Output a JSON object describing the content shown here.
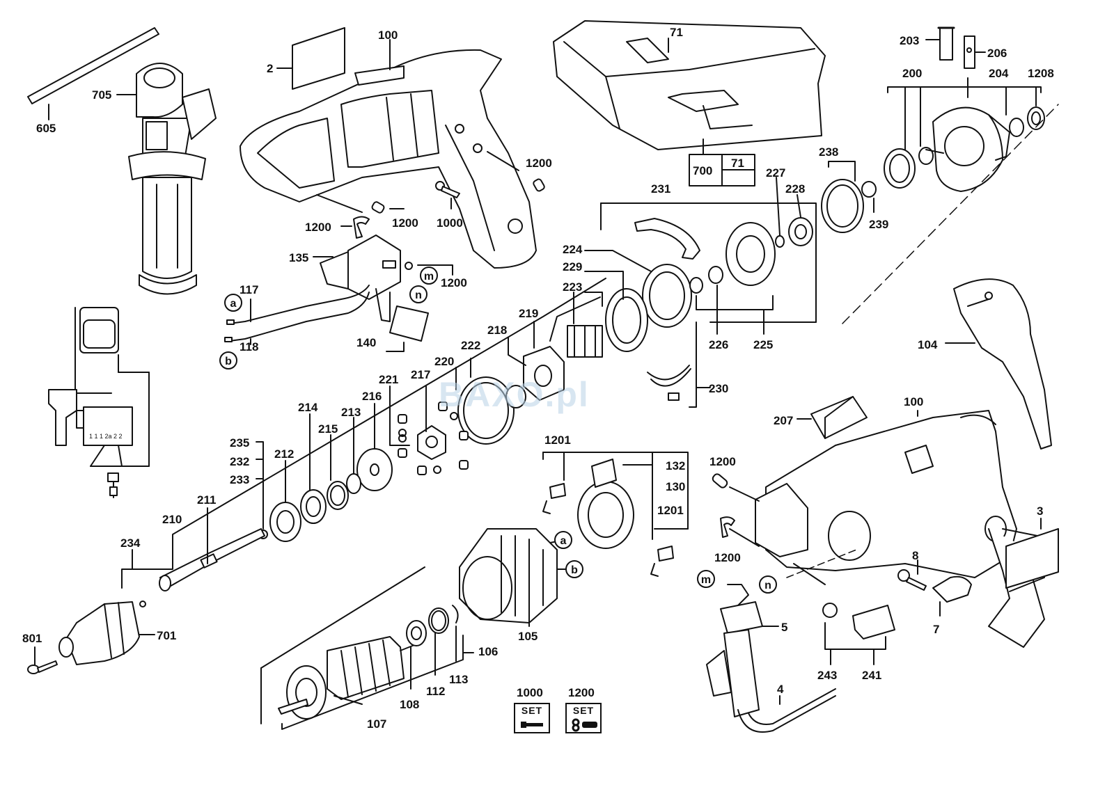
{
  "diagram": {
    "part_labels": {
      "p2": "2",
      "p100a": "100",
      "p605": "605",
      "p705": "705",
      "p71a": "71",
      "p700": "700",
      "p71b": "71",
      "p203": "203",
      "p206": "206",
      "p200": "200",
      "p204": "204",
      "p1208": "1208",
      "p238": "238",
      "p239": "239",
      "p227": "227",
      "p228": "228",
      "p231": "231",
      "p1200a": "1200",
      "p1200b": "1200",
      "p1200c": "1200",
      "p1000a": "1000",
      "p135": "135",
      "p1200d": "1200",
      "p117": "117",
      "p118": "118",
      "p140": "140",
      "p224": "224",
      "p229": "229",
      "p223": "223",
      "p226": "226",
      "p225": "225",
      "p219": "219",
      "p218": "218",
      "p222": "222",
      "p220": "220",
      "p217": "217",
      "p221": "221",
      "p230": "230",
      "p104": "104",
      "p100b": "100",
      "p207": "207",
      "p214": "214",
      "p215": "215",
      "p213": "213",
      "p216": "216",
      "p235": "235",
      "p232": "232",
      "p233": "233",
      "p212": "212",
      "p211": "211",
      "p210": "210",
      "p234": "234",
      "p801": "801",
      "p701": "701",
      "p1201a": "1201",
      "p132": "132",
      "p130": "130",
      "p1201b": "1201",
      "p1200e": "1200",
      "p1200f": "1200",
      "p3": "3",
      "p8": "8",
      "p7": "7",
      "p5": "5",
      "p4": "4",
      "p243": "243",
      "p241": "241",
      "p105": "105",
      "p106": "106",
      "p113": "113",
      "p112": "112",
      "p108": "108",
      "p107": "107",
      "p1000b": "1000",
      "p1200g": "1200"
    },
    "connector_marks": {
      "a1": "a",
      "b1": "b",
      "m1": "m",
      "n1": "n",
      "a2": "a",
      "b2": "b",
      "m2": "m",
      "n2": "n"
    },
    "set_badges": {
      "set1": "SET",
      "set2": "SET"
    },
    "switch_pins": {
      "pins": "1 1 1 2a 2 2"
    },
    "watermark": "BAXO.pl"
  }
}
